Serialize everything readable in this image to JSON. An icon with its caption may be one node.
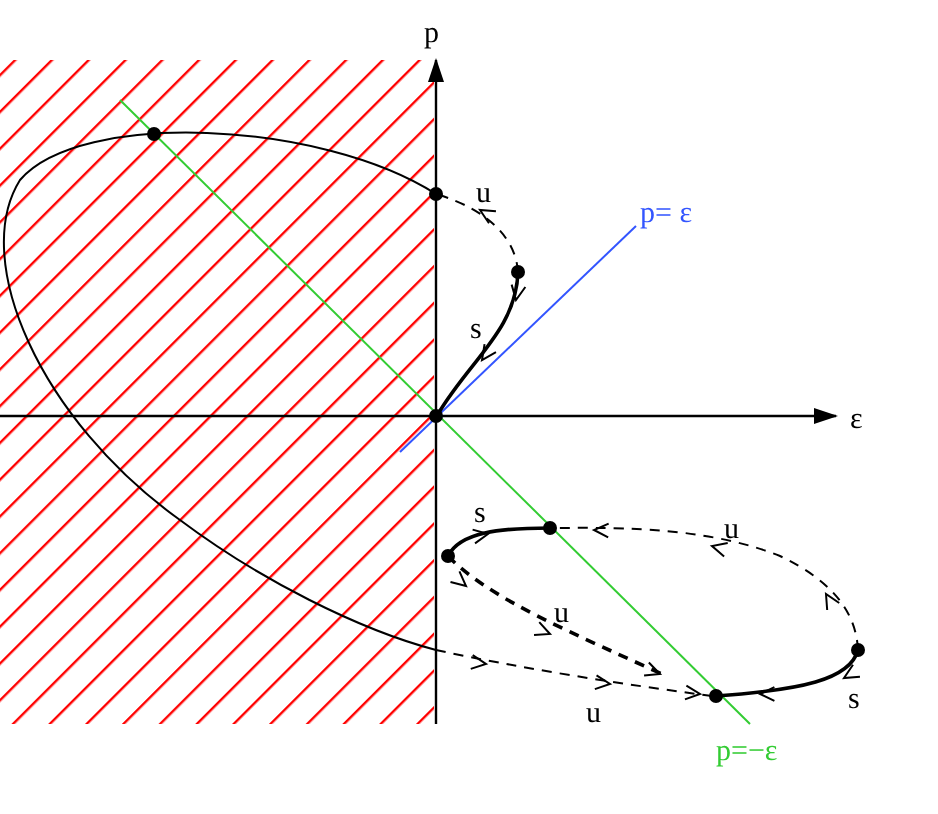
{
  "diagram": {
    "labels": [
      "p",
      "u",
      "p= ε",
      "s",
      "ε",
      "s",
      "u",
      "u",
      "u",
      "s",
      "p=−ε"
    ]
  }
}
